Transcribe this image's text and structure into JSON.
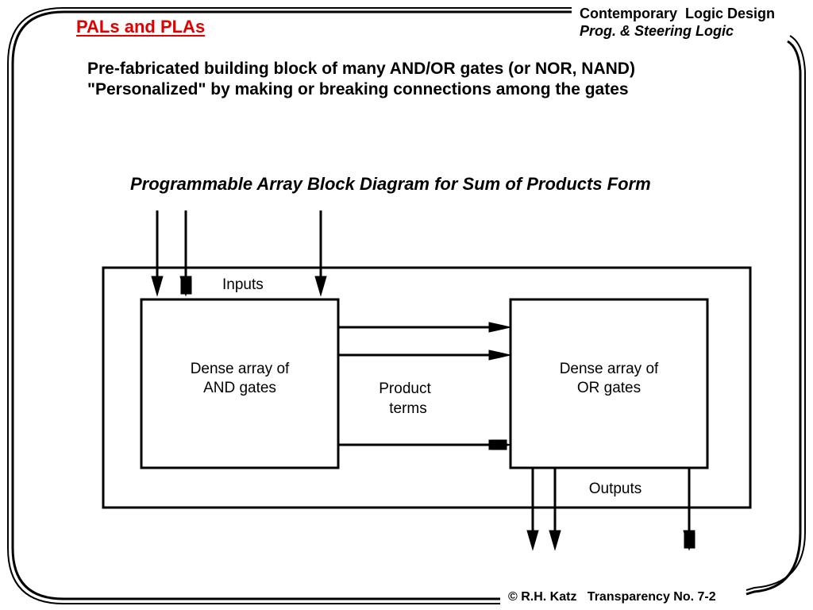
{
  "header": {
    "title": "PALs and PLAs",
    "course": "Contemporary  Logic Design",
    "chapter": "Prog. & Steering Logic"
  },
  "bullets": [
    "Pre-fabricated building block of many AND/OR gates (or NOR, NAND)",
    "\"Personalized\" by making or breaking connections among the gates"
  ],
  "diagram": {
    "title": "Programmable Array Block Diagram for Sum of Products Form",
    "inputs_label": "Inputs",
    "and_block": [
      "Dense array of",
      "AND gates"
    ],
    "or_block": [
      "Dense array of",
      "OR gates"
    ],
    "product_terms": [
      "Product",
      "terms"
    ],
    "outputs_label": "Outputs"
  },
  "footer": {
    "text": "© R.H. Katz   Transparency No. 7-2"
  }
}
